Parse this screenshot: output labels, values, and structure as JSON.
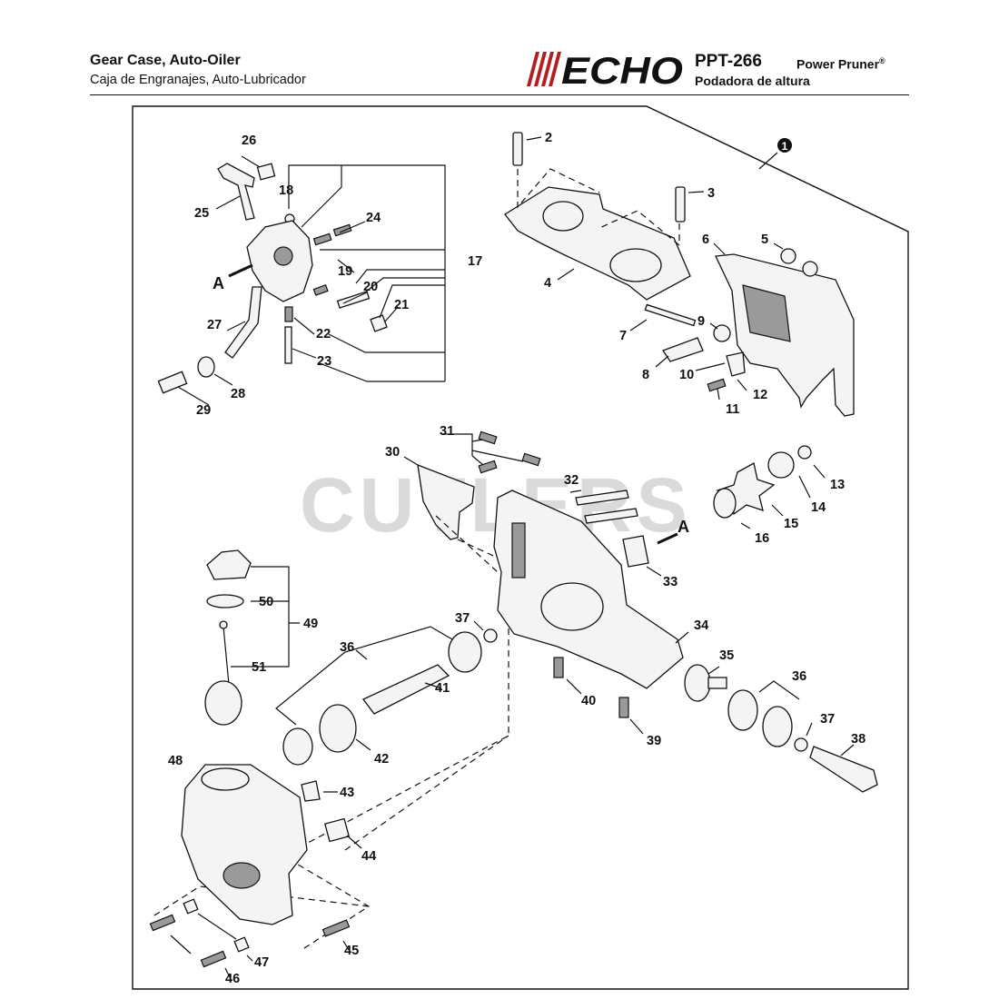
{
  "header": {
    "title_en": "Gear Case, Auto-Oiler",
    "title_es": "Caja de Engranajes, Auto-Lubricador",
    "brand": "ECHO",
    "model": "PPT-266",
    "model_name": "Power Pruner",
    "model_name_mark": "®",
    "model_name_es": "Podadora de altura"
  },
  "watermark": "CUTLERS",
  "assembly_marker": "1",
  "callout_letter": "A",
  "part_numbers": [
    "2",
    "3",
    "4",
    "5",
    "6",
    "7",
    "8",
    "9",
    "10",
    "11",
    "12",
    "13",
    "14",
    "15",
    "16",
    "17",
    "18",
    "19",
    "20",
    "21",
    "22",
    "23",
    "24",
    "25",
    "26",
    "27",
    "28",
    "29",
    "30",
    "31",
    "32",
    "33",
    "34",
    "35",
    "36",
    "37",
    "38",
    "39",
    "40",
    "41",
    "42",
    "43",
    "44",
    "45",
    "46",
    "47",
    "48",
    "49",
    "50",
    "51"
  ]
}
